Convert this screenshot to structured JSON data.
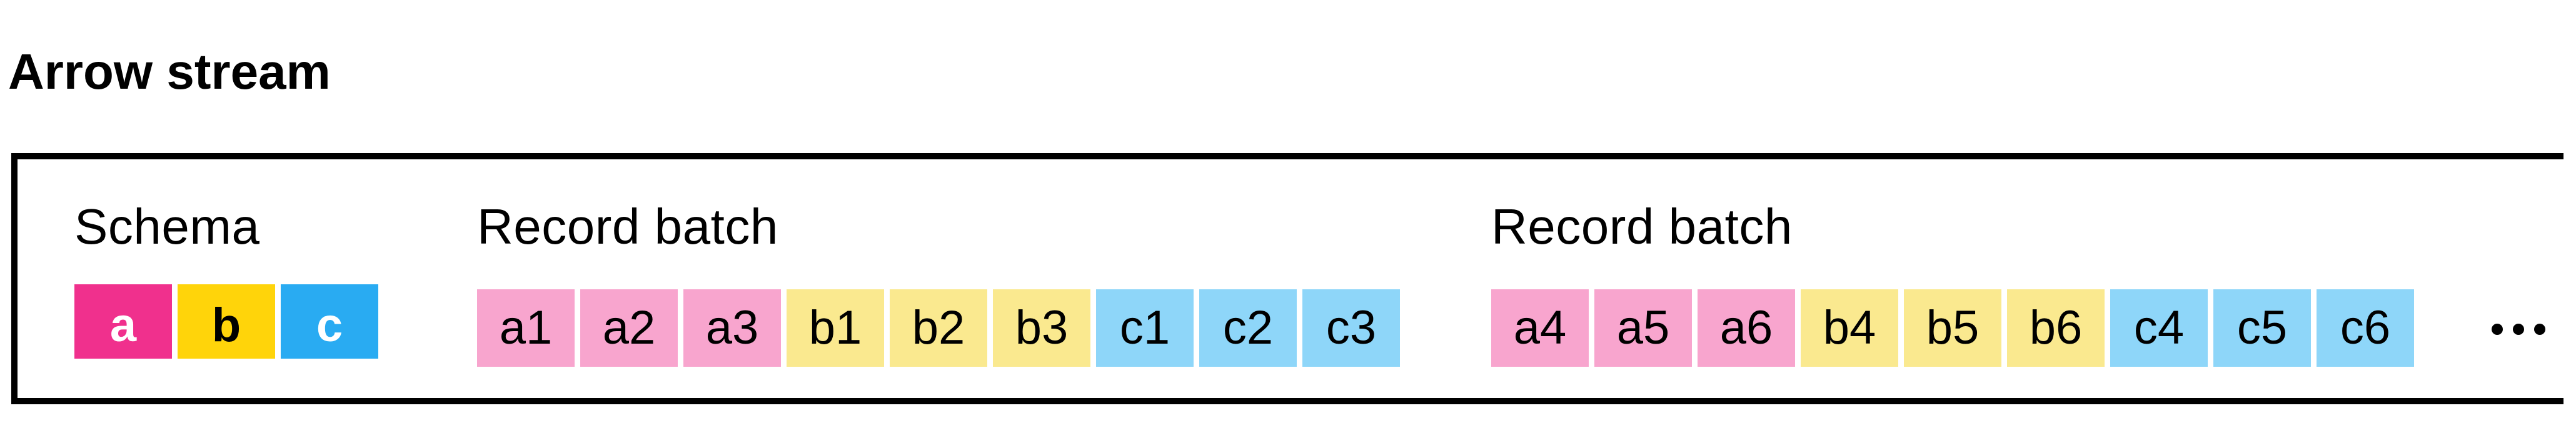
{
  "title": "Arrow stream",
  "colors": {
    "ink": "#000000",
    "schema_a": "#F0308D",
    "schema_b": "#FFD40A",
    "schema_c": "#29ABF2",
    "record_a": "#F8A5CE",
    "record_b": "#FAE98F",
    "record_c": "#8ED6F9"
  },
  "stream": {
    "groups": [
      {
        "kind": "schema",
        "label": "Schema",
        "cells": [
          {
            "text": "a",
            "field": "a"
          },
          {
            "text": "b",
            "field": "b"
          },
          {
            "text": "c",
            "field": "c"
          }
        ]
      },
      {
        "kind": "record-batch",
        "label": "Record batch",
        "cells": [
          {
            "text": "a1",
            "field": "a"
          },
          {
            "text": "a2",
            "field": "a"
          },
          {
            "text": "a3",
            "field": "a"
          },
          {
            "text": "b1",
            "field": "b"
          },
          {
            "text": "b2",
            "field": "b"
          },
          {
            "text": "b3",
            "field": "b"
          },
          {
            "text": "c1",
            "field": "c"
          },
          {
            "text": "c2",
            "field": "c"
          },
          {
            "text": "c3",
            "field": "c"
          }
        ]
      },
      {
        "kind": "record-batch",
        "label": "Record batch",
        "cells": [
          {
            "text": "a4",
            "field": "a"
          },
          {
            "text": "a5",
            "field": "a"
          },
          {
            "text": "a6",
            "field": "a"
          },
          {
            "text": "b4",
            "field": "b"
          },
          {
            "text": "b5",
            "field": "b"
          },
          {
            "text": "b6",
            "field": "b"
          },
          {
            "text": "c4",
            "field": "c"
          },
          {
            "text": "c5",
            "field": "c"
          },
          {
            "text": "c6",
            "field": "c"
          }
        ]
      }
    ],
    "ellipsis": {
      "dot_count": 3,
      "glyph": "•"
    }
  }
}
